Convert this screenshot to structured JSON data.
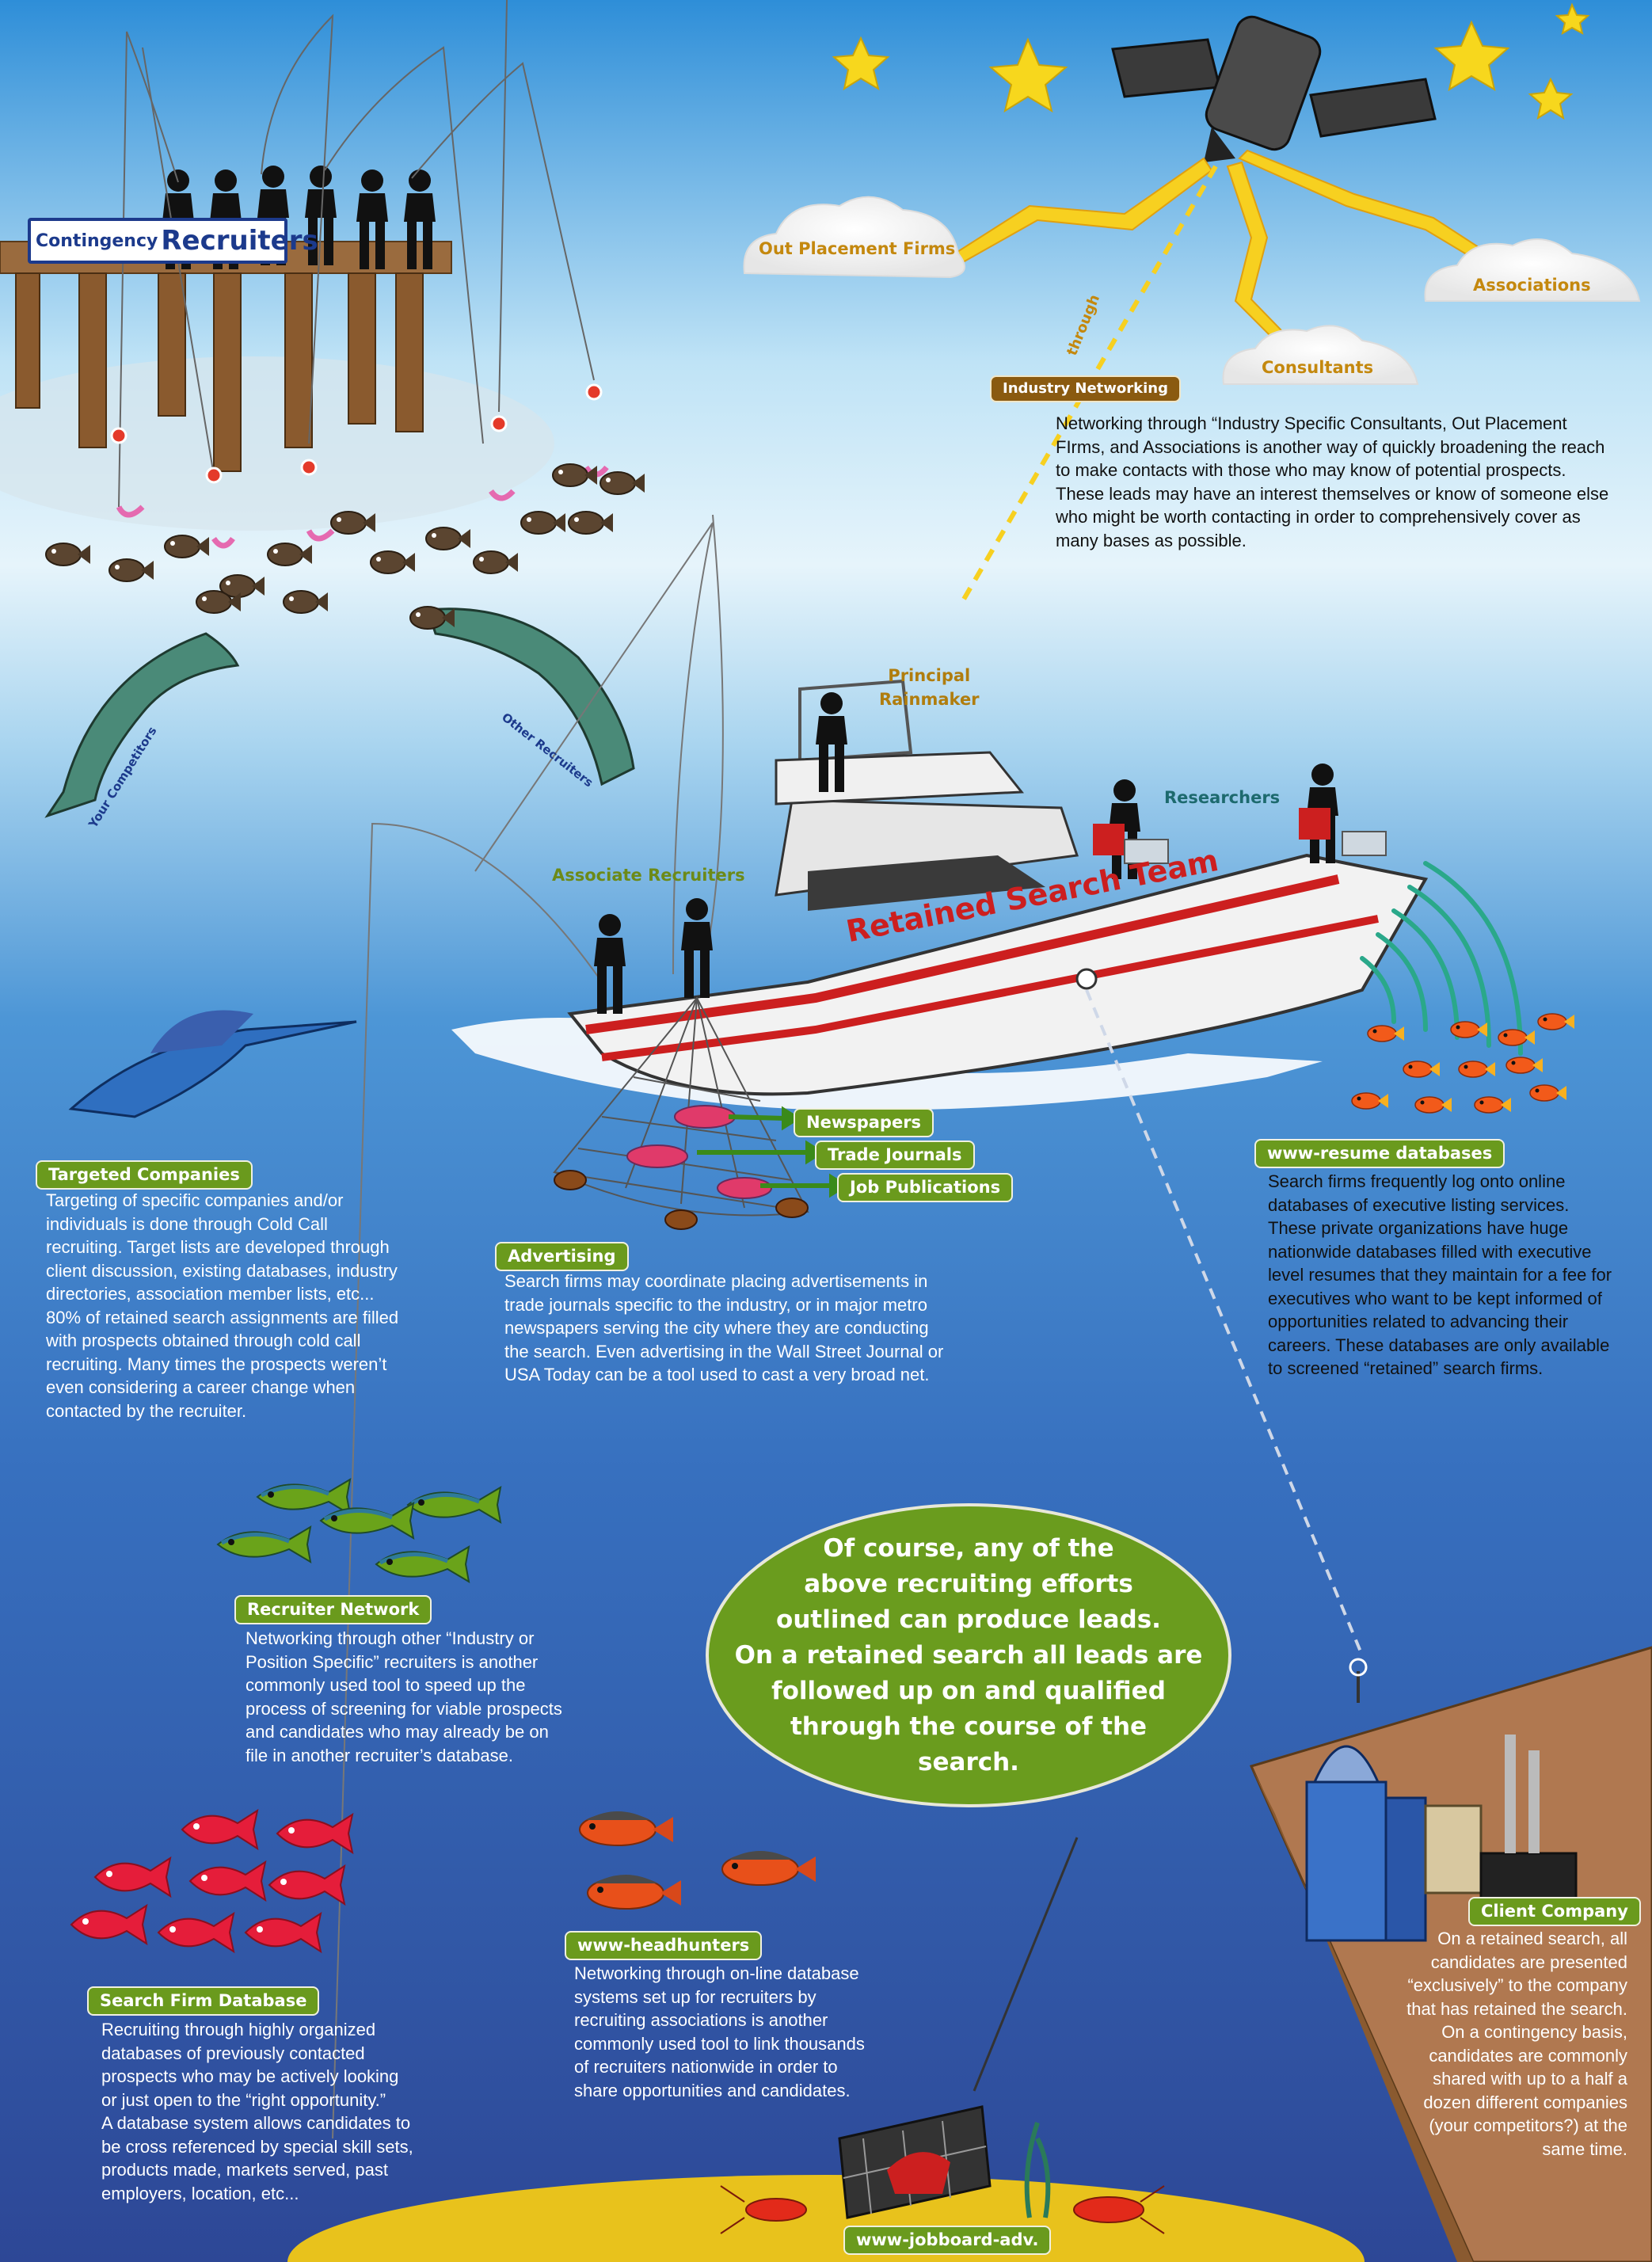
{
  "pier_sign": {
    "word1": "Contingency",
    "word2": "Recruiters"
  },
  "satellite_sources": {
    "out_placement": "Out Placement Firms",
    "associations": "Associations",
    "consultants": "Consultants",
    "beam_label": "through"
  },
  "industry_networking": {
    "title": "Industry Networking",
    "lines": [
      "Networking through “Industry Specific Consultants, Out Placement",
      "FIrms, and Associations is another way of quickly broadening the reach",
      "to make contacts with those who may know of potential prospects.",
      "These leads may have an interest themselves or know of someone else",
      "who might be worth contacting in order to comprehensively cover as",
      "many bases as possible."
    ]
  },
  "sharks": {
    "left": "Your Competitors",
    "right": "Other Recruiters"
  },
  "boat": {
    "name": "Retained Search Team",
    "principal": [
      "Principal",
      "Rainmaker"
    ],
    "researchers": "Researchers",
    "associates": "Associate Recruiters"
  },
  "net_tags": [
    "Newspapers",
    "Trade Journals",
    "Job Publications"
  ],
  "targeted": {
    "title": "Targeted Companies",
    "lines": [
      "Targeting of specific companies and/or",
      "individuals is done through Cold Call",
      "recruiting.  Target lists are developed through",
      "client discussion, existing databases, industry",
      "directories, association member lists, etc...",
      "80% of retained search assignments are filled",
      "with prospects obtained through cold call",
      "recruiting.  Many times the prospects weren’t",
      "even considering a career change when",
      "contacted by the recruiter."
    ]
  },
  "advertising": {
    "title": "Advertising",
    "lines": [
      "Search firms may coordinate placing advertisements in",
      "trade journals specific to the industry, or in major metro",
      "newspapers serving the city where they are conducting",
      "the search.  Even advertising in the Wall Street Journal or",
      "USA Today can be a tool used to cast a very broad net."
    ]
  },
  "resume_db": {
    "title": "www-resume databases",
    "lines": [
      "Search firms frequently log onto online",
      "databases of executive listing services.",
      "These private organizations have huge",
      "nationwide databases filled with executive",
      "level resumes that they maintain for a fee for",
      "executives who want to be kept informed of",
      "opportunities related to advancing their",
      "careers.  These databases are only available",
      "to screened “retained” search firms."
    ]
  },
  "recruiter_network": {
    "title": "Recruiter Network",
    "lines": [
      "Networking through other “Industry or",
      "Position Specific” recruiters is another",
      "commonly used tool to speed up the",
      "process of screening for viable prospects",
      "and candidates who may already be on",
      "file in another recruiter’s database."
    ]
  },
  "bubble": {
    "lines": [
      "Of course, any of the",
      "above recruiting efforts",
      "outlined can produce leads.",
      "On a retained search all leads are",
      "followed up on and qualified",
      "through the course of the",
      "search."
    ]
  },
  "search_firm_db": {
    "title": "Search Firm Database",
    "lines": [
      "Recruiting through highly organized",
      "databases of previously contacted",
      "prospects who may be actively looking",
      "or just open to the “right opportunity.”",
      "A database system allows candidates to",
      "be cross referenced by special skill sets,",
      "products made, markets served, past",
      "employers, location, etc..."
    ]
  },
  "headhunters": {
    "title": "www-headhunters",
    "lines": [
      "Networking through on-line database",
      "systems set up for recruiters by",
      "recruiting associations is another",
      "commonly used tool to link thousands",
      "of recruiters nationwide in order to",
      "share opportunities and candidates."
    ]
  },
  "client_company": {
    "title": "Client Company",
    "lines": [
      "On a retained search, all",
      "candidates are presented",
      "“exclusively” to the company",
      "that has retained the search.",
      "On a contingency basis,",
      "candidates are commonly",
      "shared with up to a half a",
      "dozen different companies",
      "(your competitors?) at the",
      "same time."
    ]
  },
  "jobboard": {
    "title": "www-jobboard-adv."
  },
  "colors": {
    "sky_top": "#2a8fd8",
    "water_mid": "#5aa4d8",
    "water_deep": "#2f4f9a",
    "label_green": "#6a9a1d",
    "label_brown": "#8a5a10",
    "bubble_green": "#6a9c1e",
    "boat_red": "#cc1f1f",
    "gold": "#b07d0e"
  }
}
